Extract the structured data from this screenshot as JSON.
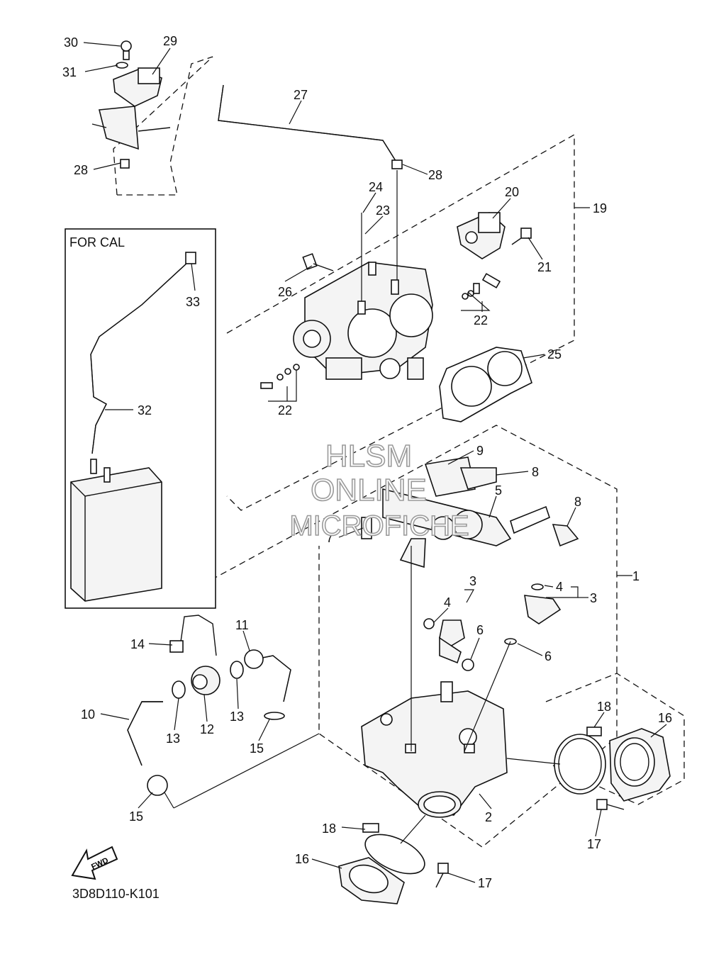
{
  "diagram": {
    "code": "3D8D110-K101",
    "box_label": "FOR CAL",
    "fwd_label": "FWD",
    "watermark": [
      "HLSM",
      "ONLINE",
      "MICROFICHE"
    ],
    "callouts": [
      "30",
      "29",
      "31",
      "28",
      "27",
      "28",
      "24",
      "23",
      "20",
      "19",
      "21",
      "26",
      "22",
      "33",
      "22",
      "25",
      "32",
      "9",
      "8",
      "5",
      "8",
      "7",
      "3",
      "1",
      "4",
      "3",
      "4",
      "6",
      "6",
      "14",
      "11",
      "10",
      "13",
      "12",
      "13",
      "15",
      "15",
      "18",
      "16",
      "2",
      "17",
      "18",
      "16",
      "17"
    ]
  }
}
